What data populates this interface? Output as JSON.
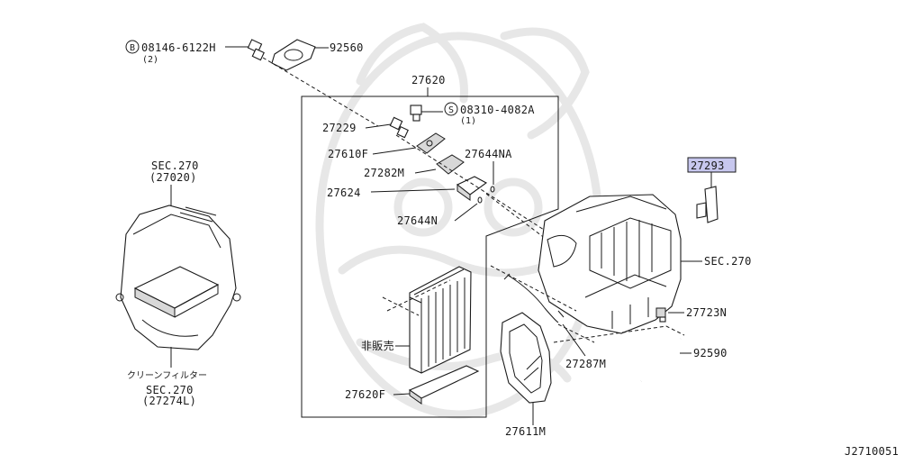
{
  "diagram": {
    "reference_code": "J2710051",
    "labels": {
      "bolt": "08146-6122H",
      "bolt_qty": "(2)",
      "gasket": "92560",
      "unit": "27620",
      "screw": "08310-4082A",
      "screw_qty": "(1)",
      "valve": "27229",
      "flange": "27610F",
      "seal_m": "27282M",
      "oring_na": "27644NA",
      "block": "27624",
      "oring_n": "27644N",
      "highlighted_part": "27293",
      "sec_right": "SEC.270",
      "sec_left": "SEC.270",
      "sec_left_ref": "(27020)",
      "sec_bottom": "SEC.270",
      "sec_bottom_ref": "(27274L)",
      "filter_jp": "クリーンフィルター",
      "not_for_sale_jp": "非販売",
      "clip": "27723N",
      "hose": "92590",
      "pipe": "27287M",
      "evap_case": "27620F",
      "lower_case": "27611M",
      "marker_b": "B",
      "marker_s": "S"
    }
  }
}
